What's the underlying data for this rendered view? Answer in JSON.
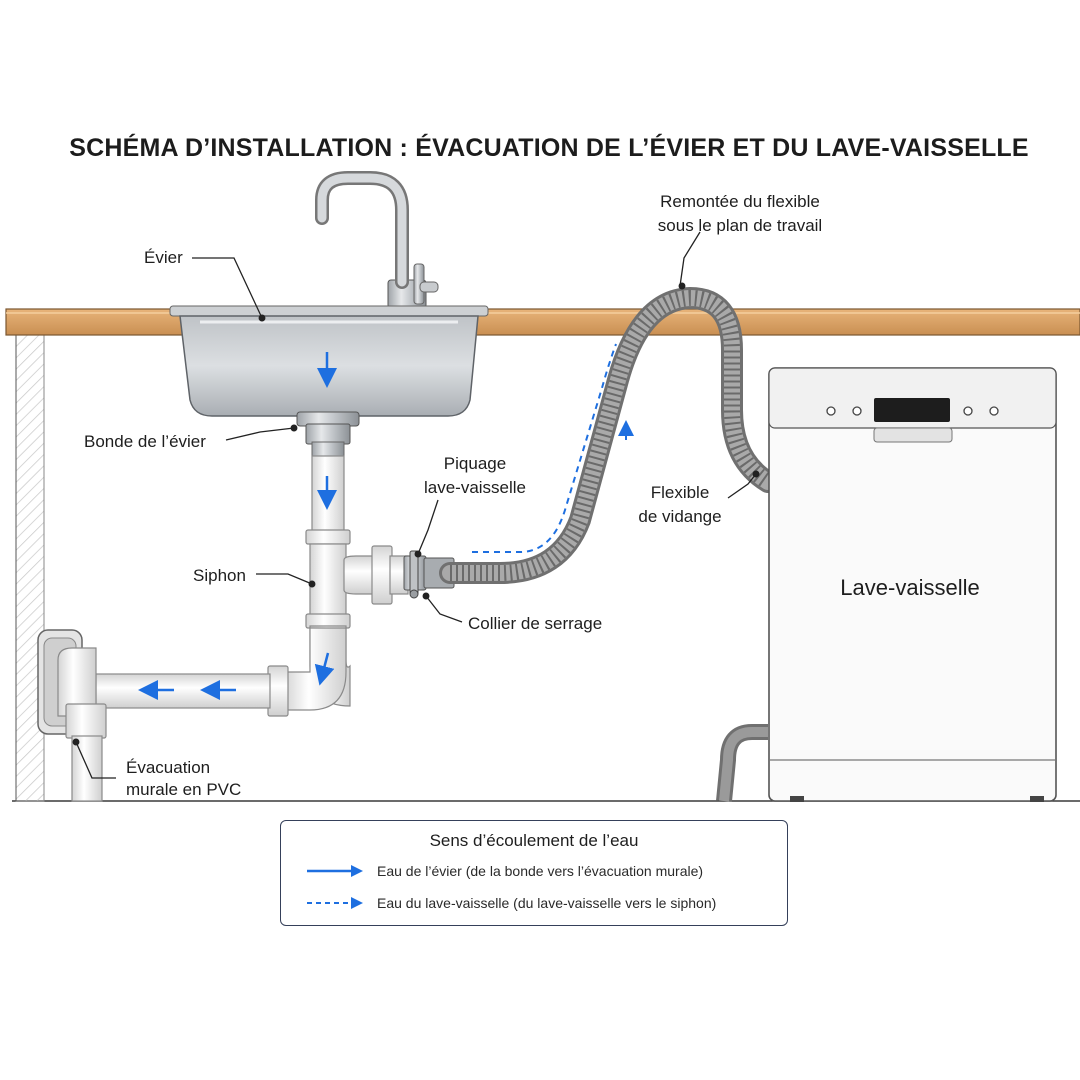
{
  "title": "SCHÉMA D’INSTALLATION : ÉVACUATION DE L’ÉVIER ET DU LAVE-VAISSELLE",
  "labels": {
    "evier": "Évier",
    "bonde": "Bonde de l’évier",
    "siphon": "Siphon",
    "evacuation_line1": "Évacuation",
    "evacuation_line2": "murale en PVC",
    "piquage_line1": "Piquage",
    "piquage_line2": "lave-vaisselle",
    "collier": "Collier de serrage",
    "remontee_line1": "Remontée du flexible",
    "remontee_line2": "sous le plan de travail",
    "flexible_line1": "Flexible",
    "flexible_line2": "de vidange",
    "lave_vaisselle": "Lave-vaisselle"
  },
  "legend": {
    "title": "Sens d’écoulement de l’eau",
    "items": [
      {
        "style": "solid",
        "text": "Eau de l’évier (de la bonde vers l’évacuation murale)"
      },
      {
        "style": "dashed",
        "text": "Eau du lave-vaisselle (du lave-vaisselle vers le siphon)"
      }
    ]
  },
  "colors": {
    "flow_arrow": "#1e6fe0",
    "countertop": "#d9a56a",
    "pipe": "#f2f2f2",
    "hose": "#8e8e8e"
  }
}
